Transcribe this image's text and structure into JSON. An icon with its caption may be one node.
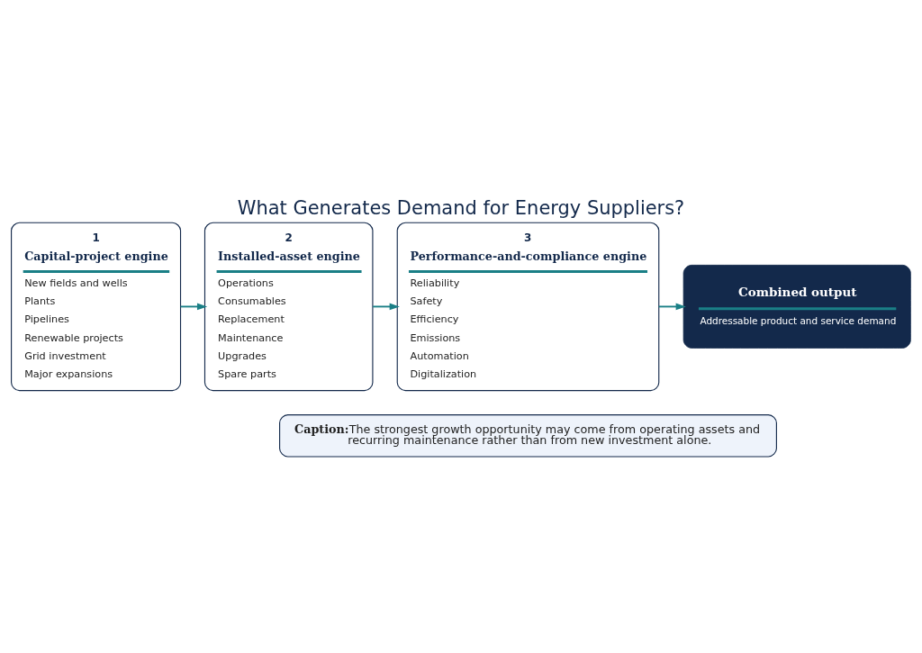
{
  "diagram": {
    "title": "What Generates Demand for Energy Suppliers?",
    "nodes": [
      {
        "text": [
          "1",
          "Capital-project engine",
          "New fields and wells",
          "Plants",
          "Pipelines",
          "Renewable projects",
          "Grid investment",
          "Major expansions"
        ]
      },
      {
        "text": [
          "2",
          "Installed-asset engine",
          "Operations",
          "Consumables",
          "Replacement",
          "Maintenance",
          "Upgrades",
          "Spare parts"
        ]
      },
      {
        "text": [
          "3",
          "Performance-and-compliance engine",
          "Reliability",
          "Safety",
          "Efficiency",
          "Emissions",
          "Automation",
          "Digitalization"
        ]
      },
      {
        "text": [
          "Combined output",
          "Addressable product and service demand"
        ]
      },
      {
        "text": [
          "Caption:",
          "The strongest growth opportunity may come from operating assets and recurring maintenance rather than from new investment alone."
        ]
      }
    ],
    "edges": [
      {
        "from": 0,
        "to": 1,
        "arrow": "to"
      },
      {
        "from": 1,
        "to": 2,
        "arrow": "to"
      },
      {
        "from": 2,
        "to": 3,
        "arrow": "to"
      }
    ]
  }
}
